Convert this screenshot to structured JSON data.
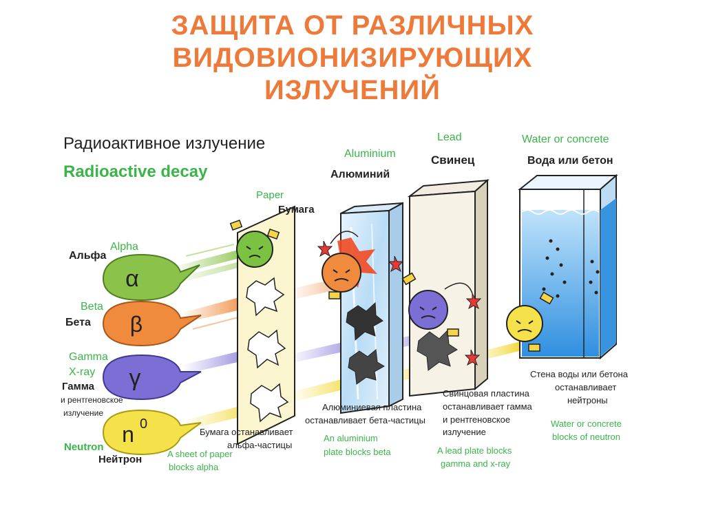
{
  "title": {
    "line1": "ЗАЩИТА ОТ РАЗЛИЧНЫХ",
    "line2": "ВИДОВИОНИЗИРУЮЩИХ",
    "line3": "ИЗЛУЧЕНИЙ"
  },
  "heading": {
    "ru": "Радиоактивное излучение",
    "en": "Radioactive decay"
  },
  "sources": {
    "alpha": {
      "en": "Alpha",
      "ru": "Альфа",
      "symbol": "α",
      "color": "#8bc34a"
    },
    "beta": {
      "en": "Beta",
      "ru": "Бета",
      "symbol": "β",
      "color": "#f08a3c"
    },
    "gamma": {
      "en1": "Gamma",
      "en2": "X-ray",
      "ru1": "Гамма",
      "ru2": "и рентгеновское",
      "ru3": "излучение",
      "symbol": "γ",
      "color": "#7b6fd6"
    },
    "neutron": {
      "en": "Neutron",
      "ru": "Нейтрон",
      "symbol": "n",
      "sup": "0",
      "color": "#f5e14a"
    }
  },
  "barriers": {
    "paper": {
      "en": "Paper",
      "ru": "Бумага",
      "caption_ru1": "Бумага останавливает",
      "caption_ru2": "альфа-частицы",
      "caption_en1": "A sheet of paper",
      "caption_en2": "blocks alpha"
    },
    "aluminium": {
      "en": "Aluminium",
      "ru": "Алюминий",
      "caption_ru1": "Алюминиевая пластина",
      "caption_ru2": "останавливает бета-частицы",
      "caption_en1": "An aluminium",
      "caption_en2": "plate blocks beta"
    },
    "lead": {
      "en": "Lead",
      "ru": "Свинец",
      "caption_ru1": "Свинцовая пластина",
      "caption_ru2": "останавливает гамма",
      "caption_ru3": "и рентгеновское",
      "caption_ru4": "излучение",
      "caption_en1": "A lead plate blocks",
      "caption_en2": "gamma and  x-ray"
    },
    "water": {
      "en": "Water or concrete",
      "ru": "Вода или бетон",
      "caption_ru1": "Стена воды или бетона",
      "caption_ru2": "останавливает",
      "caption_ru3": "нейтроны",
      "caption_en1": "Water or concrete",
      "caption_en2": "blocks of neutron"
    }
  },
  "colors": {
    "title": "#ee7a3a",
    "english_label": "#3ab54a",
    "dark_text": "#222222",
    "water": "#4aa3e6"
  }
}
